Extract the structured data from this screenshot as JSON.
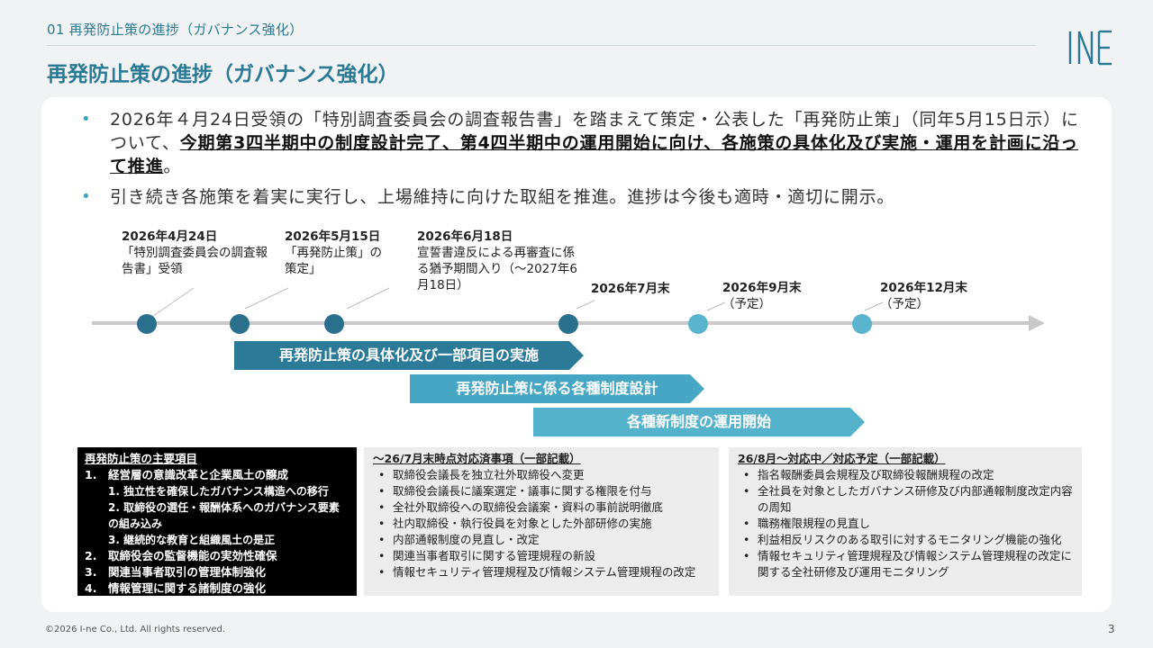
{
  "header": {
    "breadcrumb": "01 再発防止策の進捗（ガバナンス強化）",
    "title": "再発防止策の進捗（ガバナンス強化）",
    "logo_text": "INE"
  },
  "bullets": [
    {
      "pre": "2026年４月24日受領の「特別調査委員会の調査報告書」を踏まえて策定・公表した「再発防止策」（同年5月15日示）について、",
      "emph": "今期第3四半期中の制度設計完了、第4四半期中の運用開始に向け、各施策の具体化及び実施・運用を計画に沿って推進",
      "post": "。"
    },
    {
      "pre": "引き続き各施策を着実に実行し、上場維持に向けた取組を推進。進捗は今後も適時・適切に開示。",
      "emph": "",
      "post": ""
    }
  ],
  "timeline": [
    {
      "date": "2026年4月24日",
      "text": "「特別調査委員会の調査報告書」受領"
    },
    {
      "date": "2026年5月15日",
      "text": "「再発防止策」の策定」"
    },
    {
      "date": "2026年6月18日",
      "text": "宣誓書違反による再審査に係る猶予期間入り（～2027年6月18日）"
    },
    {
      "date": "2026年7月末",
      "text": ""
    },
    {
      "date": "2026年9月末",
      "text": "（予定）"
    },
    {
      "date": "2026年12月末",
      "text": "（予定）"
    }
  ],
  "banners": [
    "再発防止策の具体化及び一部項目の実施",
    "再発防止策に係る各種制度設計",
    "各種新制度の運用開始"
  ],
  "main_items": {
    "title": "再発防止策の主要項目",
    "items": [
      {
        "level": 1,
        "text": "1.　経営層の意識改革と企業風土の醸成"
      },
      {
        "level": 2,
        "text": "1.  独立性を確保したガバナンス構造への移行"
      },
      {
        "level": 2,
        "text": "2.  取締役の選任・報酬体系へのガバナンス要素の組み込み"
      },
      {
        "level": 2,
        "text": "3.  継続的な教育と組織風土の是正"
      },
      {
        "level": 1,
        "text": "2.　取締役会の監督機能の実効性確保"
      },
      {
        "level": 1,
        "text": "3.　関連当事者取引の管理体制強化"
      },
      {
        "level": 1,
        "text": "4.　情報管理に関する諸制度の強化"
      }
    ]
  },
  "done_items": {
    "title": "～26/7月末時点対応済事項（一部記載）",
    "items": [
      "取締役会議長を独立社外取締役へ変更",
      "取締役会議長に議案選定・議事に関する権限を付与",
      "全社外取締役への取締役会議案・資料の事前説明徹底",
      "社内取締役・執行役員を対象とした外部研修の実施",
      "内部通報制度の見直し・改定",
      "関連当事者取引に関する管理規程の新設",
      "情報セキュリティ管理規程及び情報システム管理規程の改定"
    ]
  },
  "planned_items": {
    "title": "26/8月～対応中／対応予定（一部記載）",
    "items": [
      "指名報酬委員会規程及び取締役報酬規程の改定",
      "全社員を対象としたガバナンス研修及び内部通報制度改定内容の周知",
      "職務権限規程の見直し",
      "利益相反リスクのある取引に対するモニタリング機能の強化",
      "情報セキュリティ管理規程及び情報システム管理規程の改定に関する全社研修及び運用モニタリング"
    ]
  },
  "footer": {
    "copyright": "©2026 I-ne Co., Ltd. All rights reserved.",
    "page": "3"
  },
  "colors": {
    "accent": "#2b7a95",
    "dark_dot": "#2a6f8c",
    "light_dot": "#5ab4cf"
  }
}
